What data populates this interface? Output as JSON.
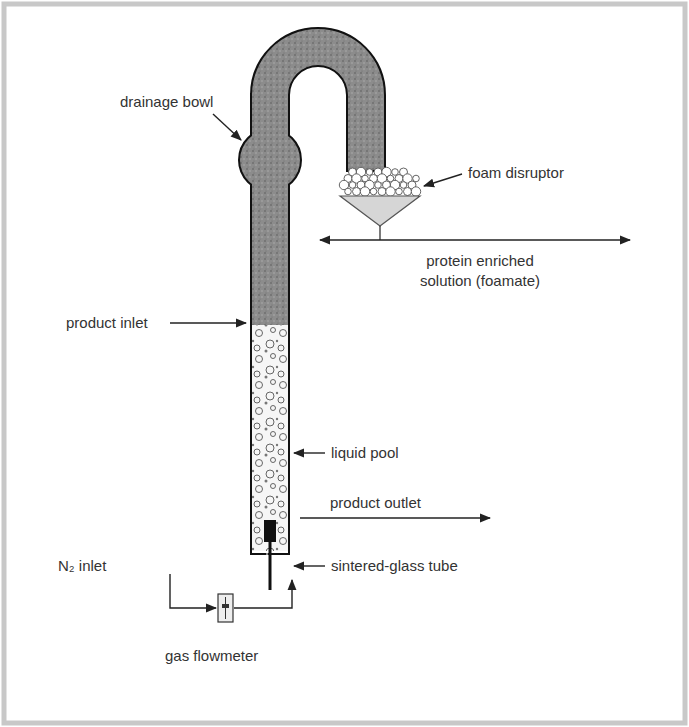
{
  "diagram": {
    "labels": [
      "drainage bowl",
      "foam disruptor",
      "protein enriched solution (foamate)",
      "product inlet",
      "liquid pool",
      "product outlet",
      "sintered-glass tube",
      "N₂ inlet",
      "gas flowmeter"
    ]
  }
}
